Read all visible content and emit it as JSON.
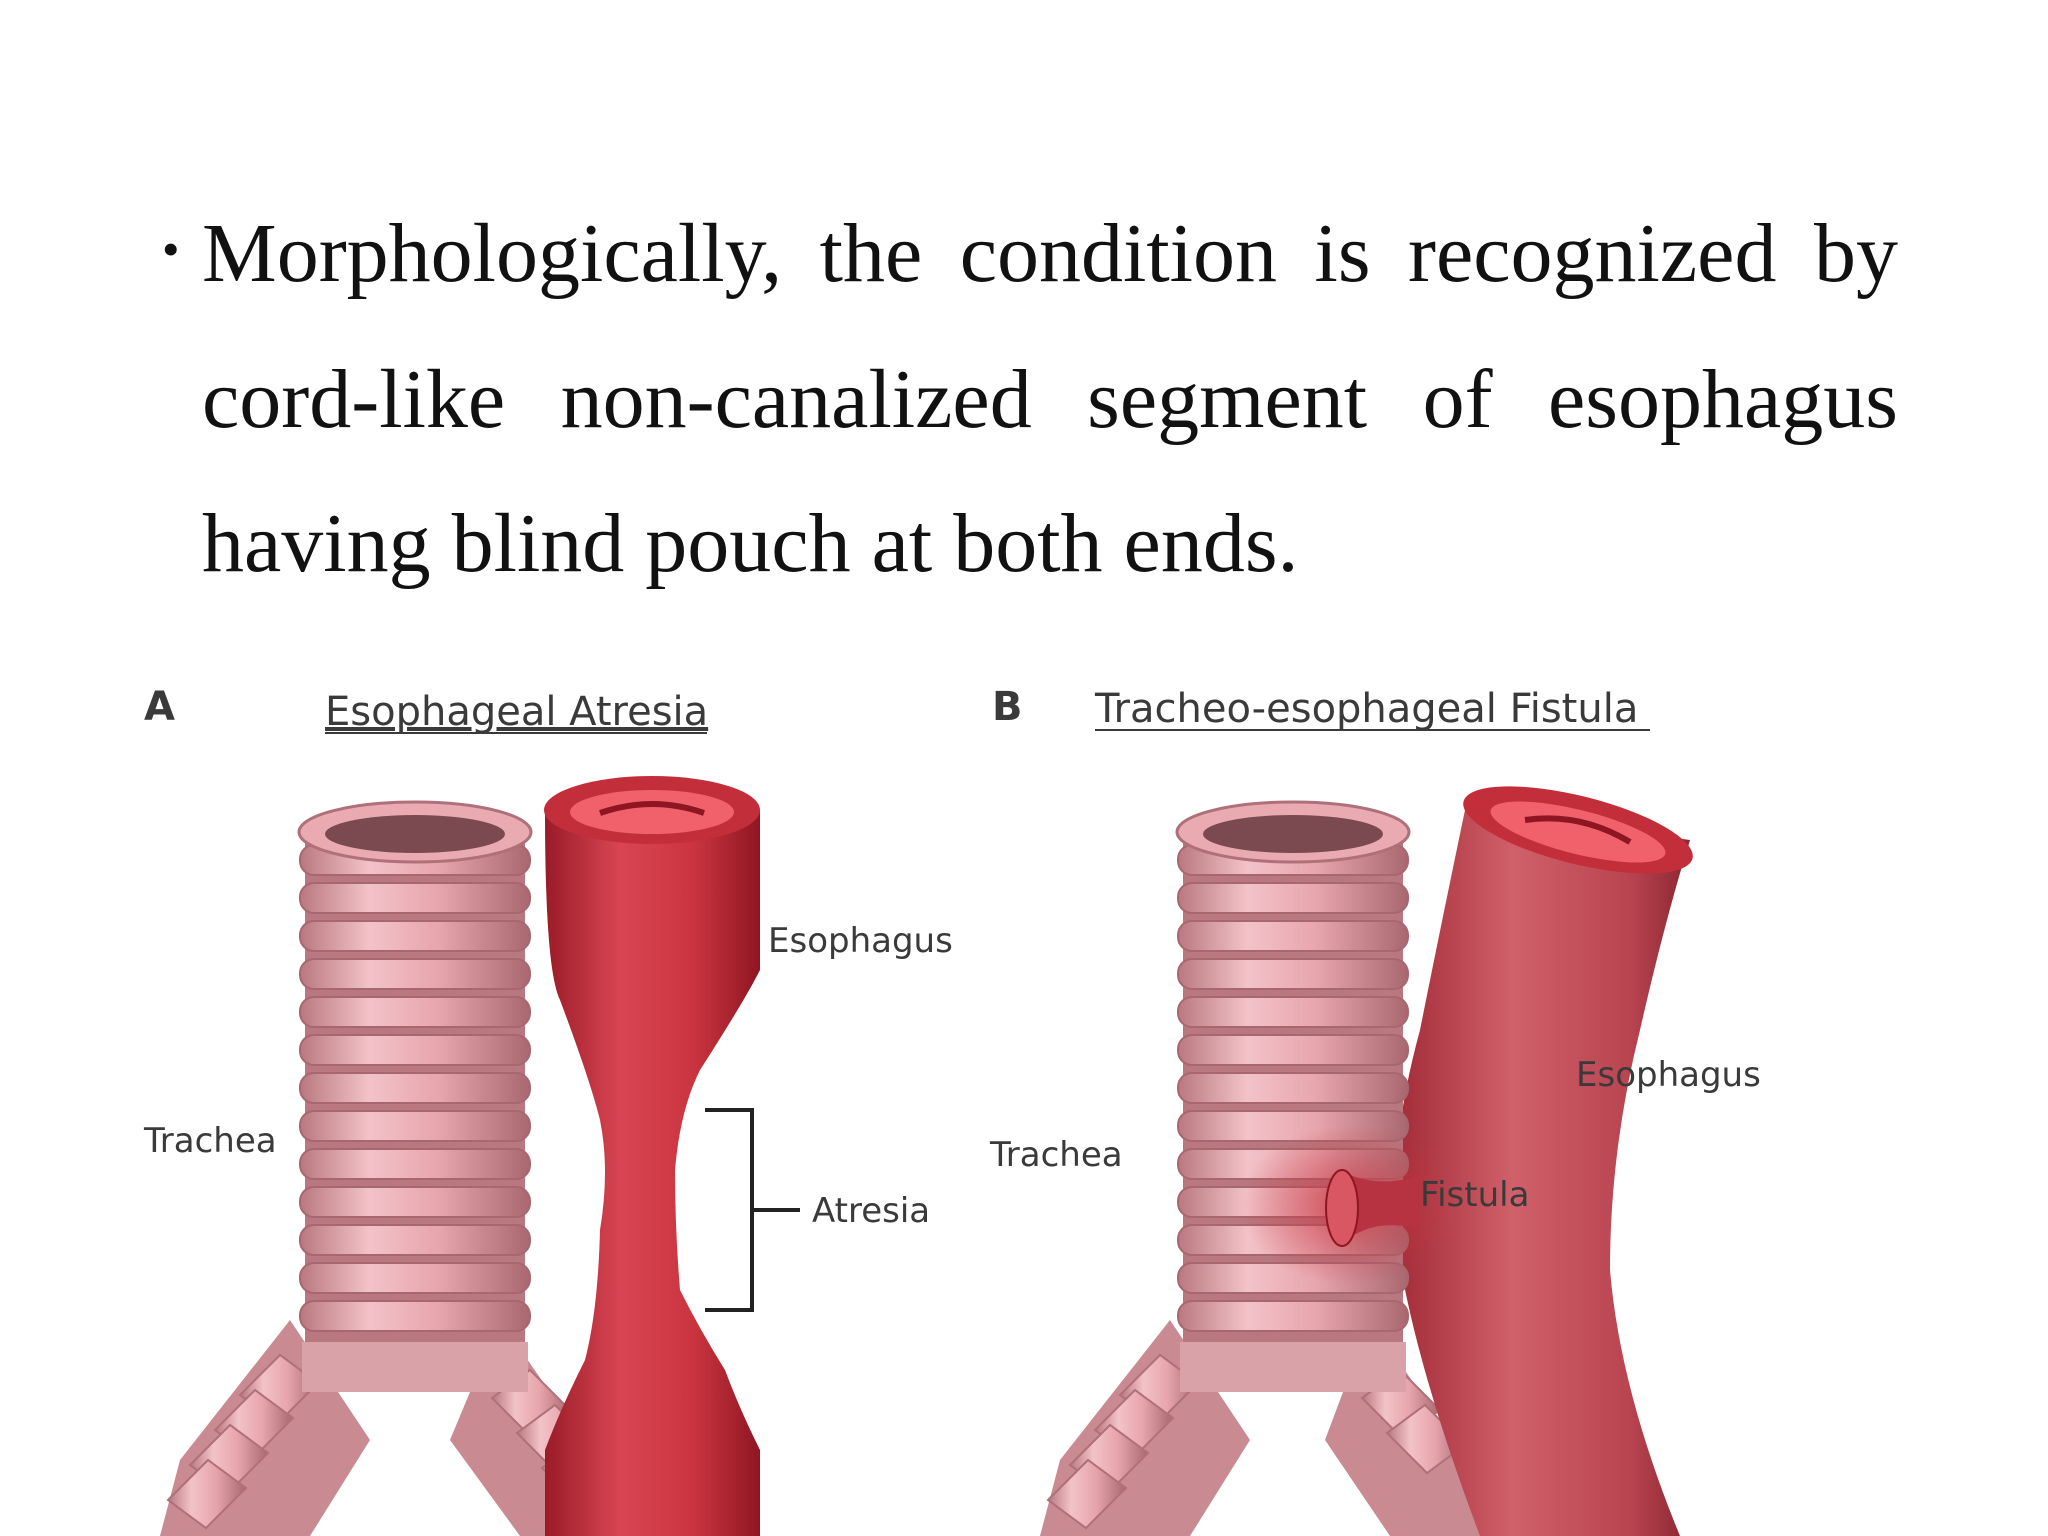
{
  "bullet": {
    "line1": [
      "Morphologically,",
      "the",
      "condition",
      "is",
      "recognized",
      "by"
    ],
    "line2": [
      "cord-like",
      "non-canalized",
      "segment",
      "of",
      "esophagus"
    ],
    "line3": "having blind pouch at both ends."
  },
  "figure": {
    "panel_a": {
      "letter": "A",
      "title": "Esophageal Atresia",
      "labels": {
        "esophagus": "Esophagus",
        "trachea": "Trachea",
        "atresia": "Atresia"
      }
    },
    "panel_b": {
      "letter": "B",
      "title": "Tracheo-esophageal Fistula",
      "labels": {
        "esophagus": "Esophagus",
        "trachea": "Trachea",
        "fistula": "Fistula"
      }
    }
  },
  "colors": {
    "text": "#111111",
    "trachea_ring": "#e8a5ad",
    "trachea_ring_dark": "#b9787f",
    "esophagus": "#c9343f",
    "esophagus_dark": "#8e1622"
  }
}
